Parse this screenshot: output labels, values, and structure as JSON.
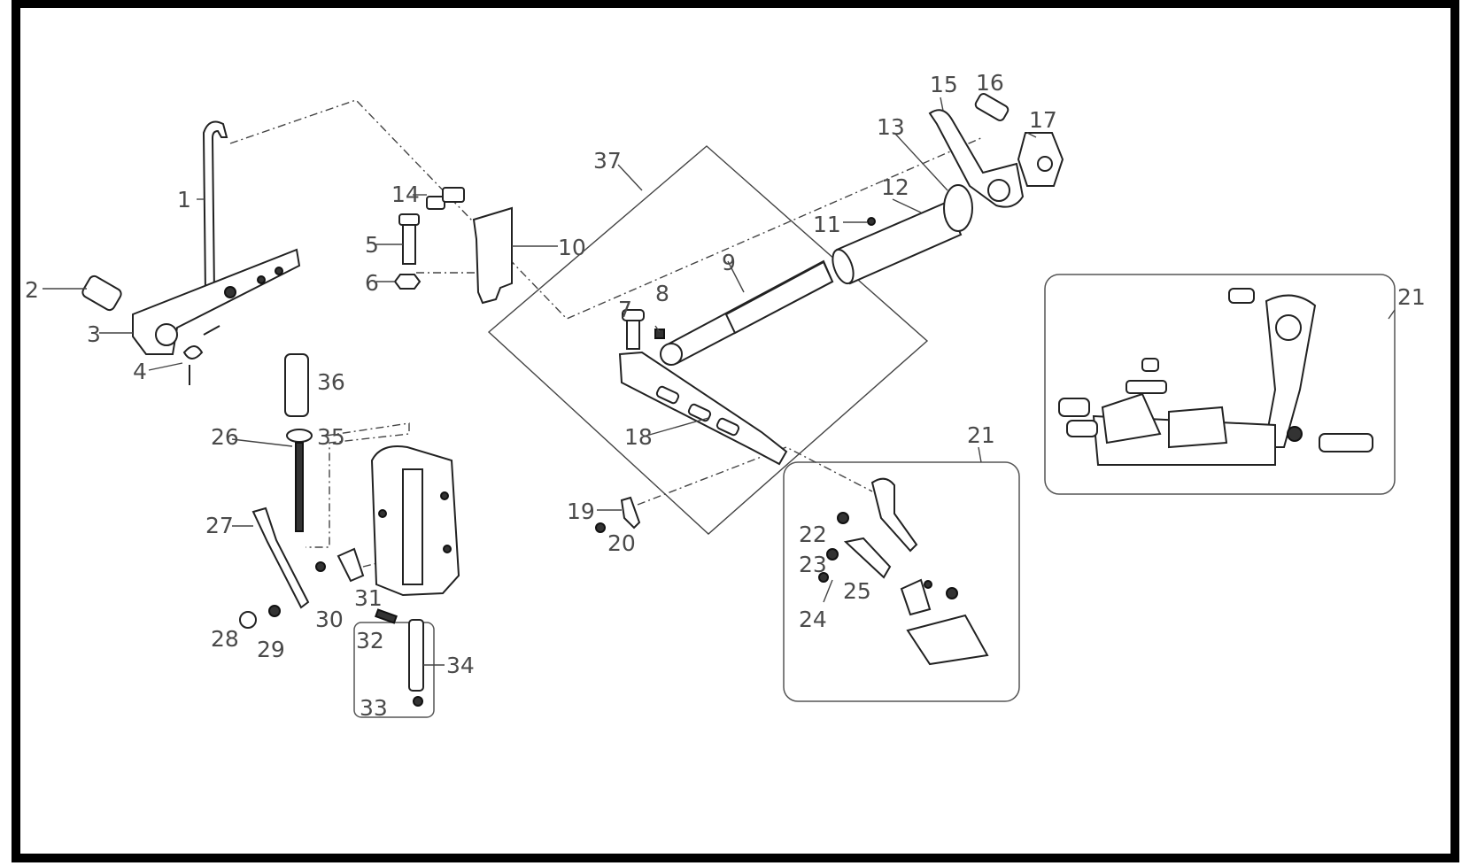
{
  "labels": {
    "p1": "1",
    "p2": "2",
    "p3": "3",
    "p4": "4",
    "p5": "5",
    "p6": "6",
    "p7": "7",
    "p8": "8",
    "p9": "9",
    "p10": "10",
    "p11": "11",
    "p12": "12",
    "p13": "13",
    "p14": "14",
    "p15": "15",
    "p16": "16",
    "p17": "17",
    "p18": "18",
    "p19": "19",
    "p20": "20",
    "p21a": "21",
    "p21b": "21",
    "p22": "22",
    "p23": "23",
    "p24": "24",
    "p25": "25",
    "p26": "26",
    "p27": "27",
    "p28": "28",
    "p29": "29",
    "p30": "30",
    "p31": "31",
    "p32": "32",
    "p33": "33",
    "p34": "34",
    "p35": "35",
    "p36": "36",
    "p37": "37"
  },
  "colors": {
    "frame": "#000000",
    "background": "#ffffff",
    "ink": "#333333"
  }
}
